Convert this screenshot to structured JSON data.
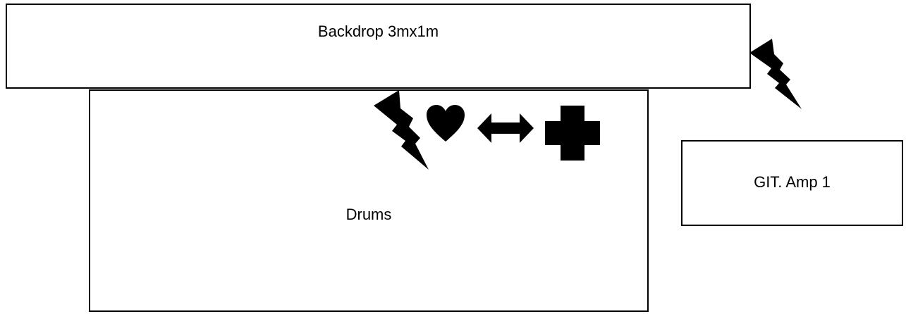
{
  "stage": {
    "backdrop": {
      "label": "Backdrop 3mx1m"
    },
    "drums": {
      "label": "Drums"
    },
    "amp": {
      "label": "GIT. Amp 1"
    }
  },
  "icons": [
    "lightning-icon",
    "heart-icon",
    "double-arrow-icon",
    "cross-icon",
    "lightning-icon"
  ],
  "colors": {
    "stroke": "#000000",
    "fill": "#000000",
    "background": "#ffffff"
  }
}
